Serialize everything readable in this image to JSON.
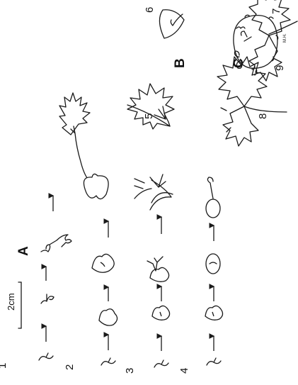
{
  "panels": {
    "a": "A",
    "b": "B",
    "c": "C"
  },
  "rows": {
    "r1": "1",
    "r2": "2",
    "r3": "3",
    "r4": "4"
  },
  "figures": {
    "f5": "5",
    "f6": "6",
    "f7": "7",
    "f8": "8",
    "f9": "9"
  },
  "scale_bar": "2cm",
  "initials": "M.H."
}
